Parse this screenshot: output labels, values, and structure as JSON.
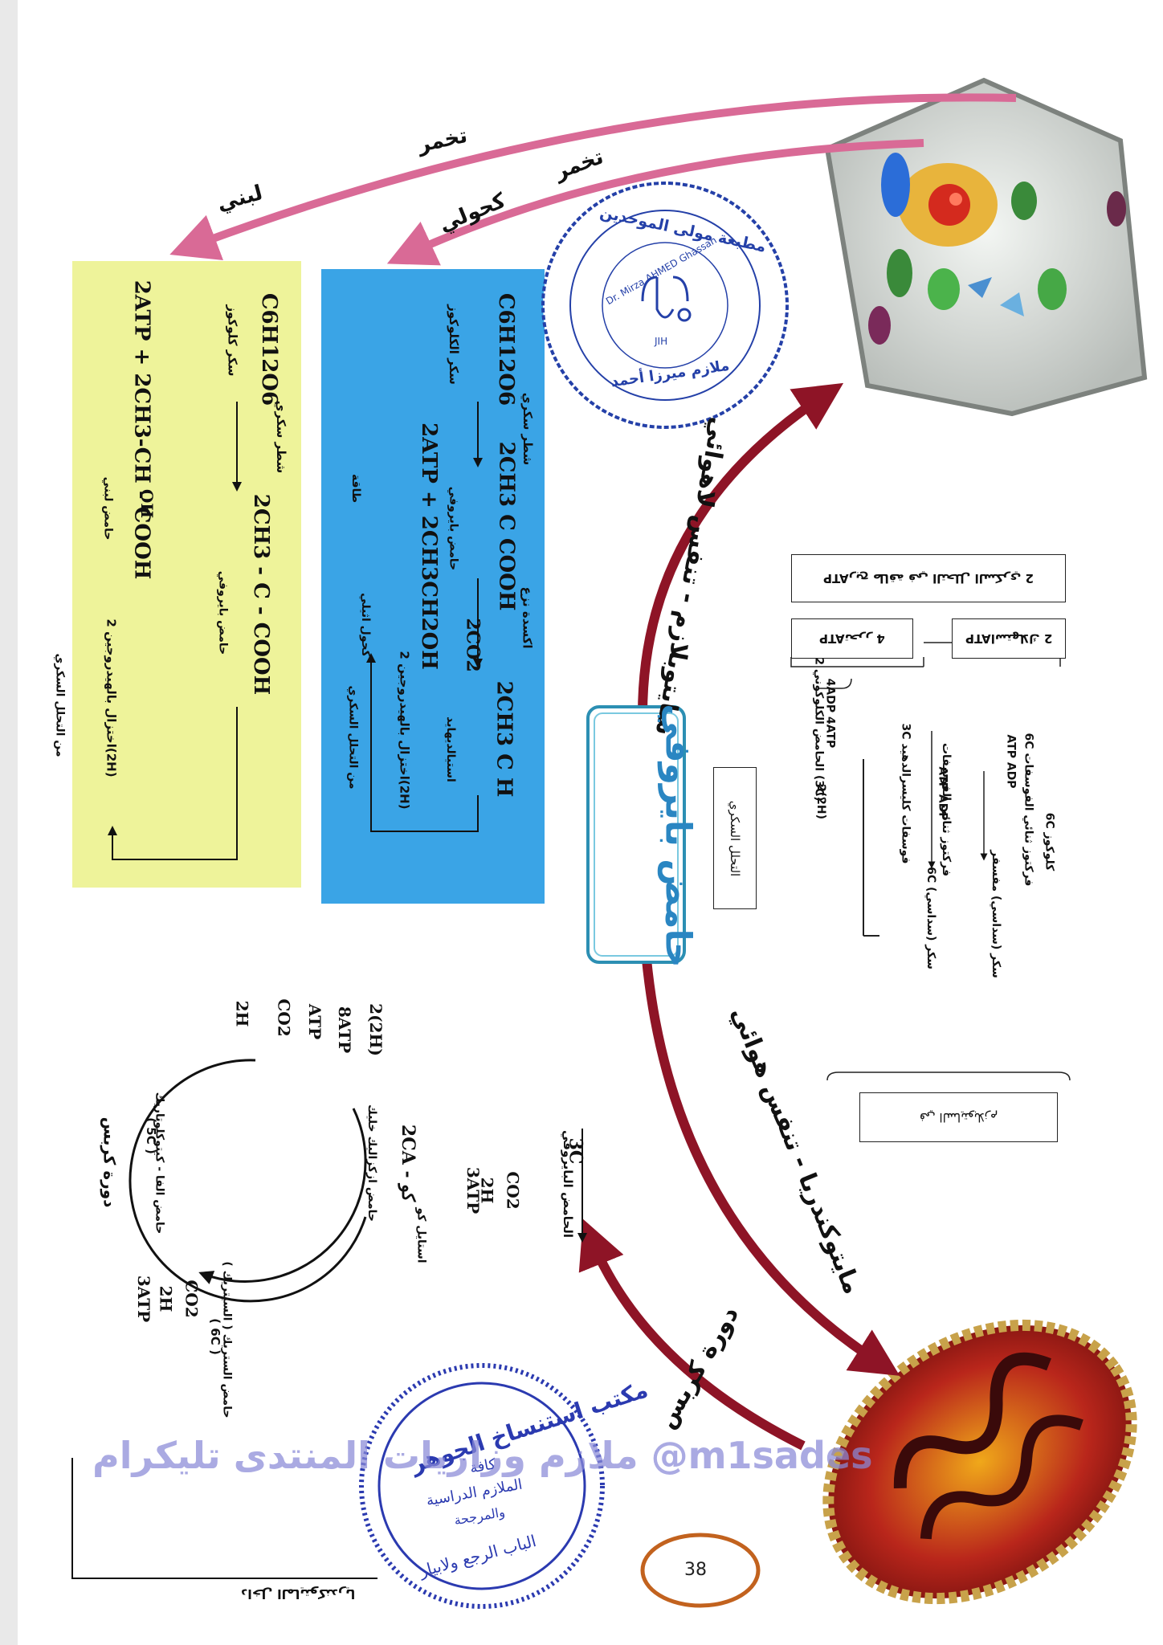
{
  "arrow_labels": {
    "ferment_top": "تخمر",
    "lactic": "لبني",
    "ferment_mid": "تخمر",
    "alcoholic": "كحولي",
    "cytoplasm_anaerobic": "سايتوبلازم - تنفس لاهوائي",
    "mitochondria_aerobic": "مايتوكندريا - تنفس هوائي",
    "krebs": "دورة كربس"
  },
  "center_label": "حامض بايروفي",
  "seal_text": {
    "top": "مطبعة مولى الموحدين",
    "inner": "Dr. Mirza AHMED Ghassan",
    "bottom": "ملازم ميرزا أحمد",
    "code": "JIH"
  },
  "yellow_box": {
    "glucose": "C6H12O6",
    "glucose_ar": "سكر كلوكوز",
    "split": "شطر سكري",
    "pyruvic": "2CH3 - C - COOH",
    "pyruvic_ar": "حامض بايروفي",
    "reduce": "اختزال بالهيدروجين 2(2H)",
    "reduce_src": "من التحلل السكري",
    "oh": "OH",
    "lactic_formula": "2ATP + 2CH3-CH - COOH",
    "lactic_ar": "حامض لبني"
  },
  "blue_box": {
    "glucose": "C6H12O6",
    "glucose_ar": "سكر الكلوكوز",
    "split": "شطر سكري",
    "pyruvic": "2CH3 C COOH",
    "pyruvic_ar": "حامض بايروفي",
    "decarbox": "اكسدة نزع",
    "co2": "2CO2",
    "acetaldehyde": "2CH3 C H",
    "acetaldehyde_ar": "استيالديهايد",
    "reduce": "اختزال بالهيدروجين 2(2H)",
    "reduce_src": "من التحلل السكري",
    "ethanol": "2ATP + 2CH3CH2OH",
    "energy": "طاقة",
    "ethanol_ar": "كحول اثيلي"
  },
  "glycolysis": {
    "gain_header": "ربح طاقة في التحلل السكري 2ATP",
    "consume": "استهلاك 2ATP",
    "release": "تحرر 4ATP",
    "title": "التحلل السكري",
    "cytoplasm_box": "في السايتوبلازم",
    "steps": [
      "6C كلوكوز",
      "ATP ADP",
      "سكر (سداسي) مفسفر",
      "6C فركتوز ثنائي الفوسفات",
      "ATP ADP",
      "6C سكر (سداسي)",
      "فركتوز ثنائي الفوسفات",
      "3C فوسفات كليسرالدهيد",
      "4ADP 4ATP",
      "2(2H)",
      "2 الحامض الكلوكوني (3C)"
    ]
  },
  "krebs_panel": {
    "pyruvic": "3C",
    "pyruvic_ar": "الحامض البايروفي",
    "out1": [
      "CO2",
      "2H",
      "3ATP"
    ],
    "acetyl": "2CA - كو",
    "acetyl_ar": "استايل كو",
    "citric": "حامض ازكزاليك خليك",
    "six_c": "( 6C )",
    "citric_ar": "حامض الستريك ( السيتريك )",
    "out2": [
      "CO2",
      "2H",
      "3ATP"
    ],
    "five_c": "( 5C )",
    "alpha": "حامض الفا - كيتوكلوتاريك",
    "out3": [
      "2(2H)",
      "8ATP",
      "ATP",
      "CO2",
      "2H"
    ],
    "cycle": "دورة كربس",
    "inside": "داخل المايتوكندريا"
  },
  "stamp": {
    "line1": "مكتب استنساخ الجوهر",
    "line2": "كافة",
    "line3": "الملازم الدراسية",
    "line4": "والمرجحة",
    "line5": "الباب الرجع ولابيار"
  },
  "watermark": "ملازم وزاريات المنتدى تليكرام @m1sades",
  "page_number": "38",
  "colors": {
    "yellow": "#eef39a",
    "blue": "#3aa4e6",
    "pink": "#d96a96",
    "maroon": "#8e1426",
    "seal": "#2440a8"
  }
}
